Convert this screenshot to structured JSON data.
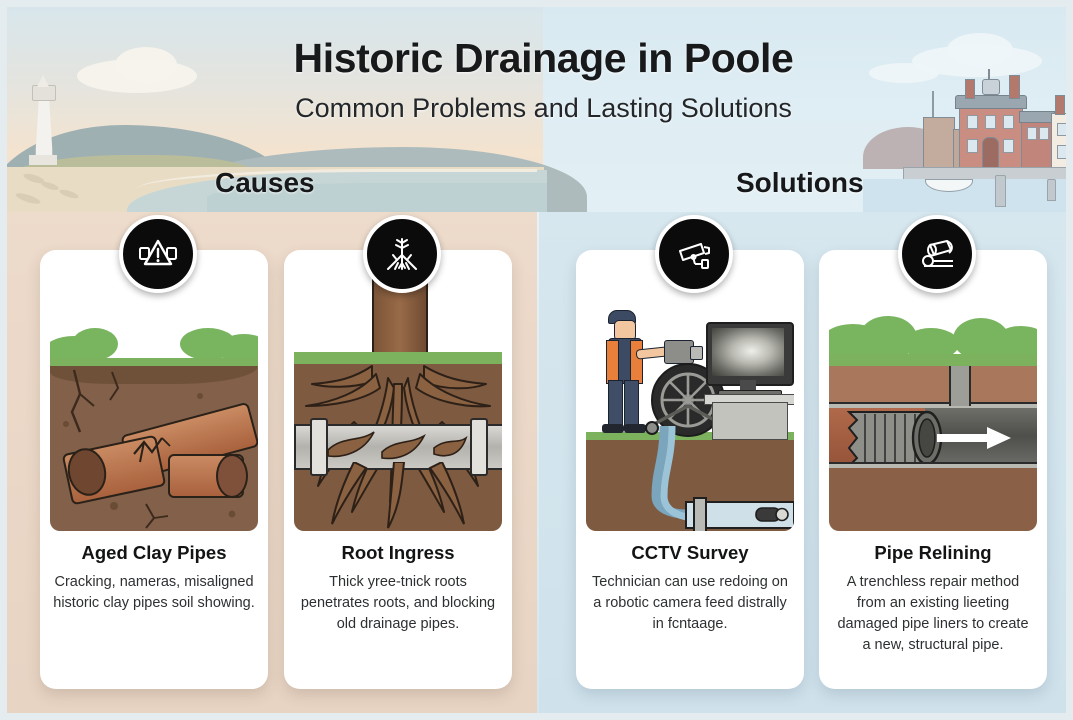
{
  "header": {
    "title": "Historic Drainage in Poole",
    "subtitle": "Common Problems and Lasting Solutions",
    "scene_left": "lighthouse-coastline",
    "scene_right": "poole-quay-historic-buildings",
    "colors": {
      "left_background": "#ebd7c8",
      "right_background": "#d4e5ed",
      "frame_border": "#e4ecef",
      "title_text": "#17191b"
    }
  },
  "sections": [
    {
      "id": "causes",
      "label": "Causes",
      "side": "left"
    },
    {
      "id": "solutions",
      "label": "Solutions",
      "side": "right"
    }
  ],
  "cards": [
    {
      "id": "aged-clay-pipes",
      "section": "causes",
      "badge_icon": "warning-triangle-pipe-icon",
      "title": "Aged Clay Pipes",
      "body": "Cracking, nameras, misaligned historic clay pipes soil showing.",
      "illustration": "cracked-clay-pipes-in-soil"
    },
    {
      "id": "root-ingress",
      "section": "causes",
      "badge_icon": "tree-roots-icon",
      "title": "Root Ingress",
      "body": "Thick yree-tnick roots penetrates roots, and blocking old drainage pipes.",
      "illustration": "tree-roots-penetrating-pipe"
    },
    {
      "id": "cctv-survey",
      "section": "solutions",
      "badge_icon": "cctv-camera-icon",
      "title": "CCTV Survey",
      "body": "Technician can use redoing on a robotic camera feed distrally in fcntaage.",
      "illustration": "technician-with-cable-drum-and-monitor"
    },
    {
      "id": "pipe-relining",
      "section": "solutions",
      "badge_icon": "pipe-liner-roll-icon",
      "title": "Pipe Relining",
      "body": "A trenchless repair method from an existing lieeting damaged pipe liners to create a new, structural pipe.",
      "illustration": "pipe-liner-insertion-cutaway"
    }
  ]
}
